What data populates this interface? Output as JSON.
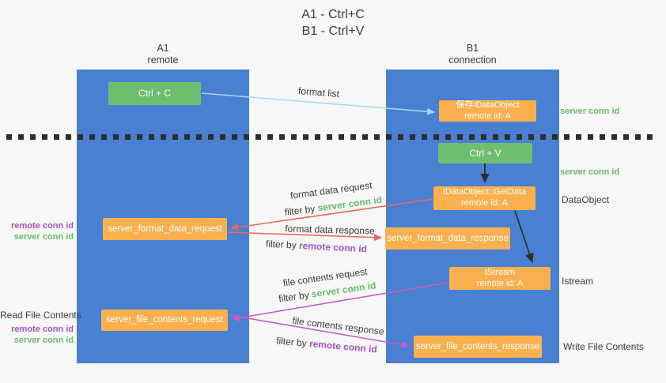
{
  "title": {
    "line1": "A1 - Ctrl+C",
    "line2": "B1 - Ctrl+V"
  },
  "columns": {
    "a1": {
      "name": "A1",
      "subtitle": "remote"
    },
    "b1": {
      "name": "B1",
      "subtitle": "connection"
    }
  },
  "nodes": {
    "ctrl_c": {
      "label": "Ctrl + C"
    },
    "save_idataobject": {
      "line1": "保存IDataObject",
      "line2": "remote id: A"
    },
    "ctrl_v": {
      "label": "Ctrl + V"
    },
    "idataobject_getdata": {
      "line1": "IDataObject::GetData",
      "line2": "remote id: A"
    },
    "server_format_data_request": {
      "label": "server_format_data_request"
    },
    "server_format_data_response": {
      "label": "server_format_data_response"
    },
    "istream": {
      "line1": "IStream",
      "line2": "remote id: A"
    },
    "server_file_contents_request": {
      "label": "server_file_contents_request"
    },
    "server_file_contents_response": {
      "label": "server_file_contents_response"
    }
  },
  "side_labels": {
    "right_top_server_conn_id": "server conn id",
    "right_mid_server_conn_id": "server conn id",
    "data_object": "DataObject",
    "istream": "Istream",
    "write_file_contents": "Write File Contents",
    "left_remote_conn_id_1": "remote conn id",
    "left_server_conn_id_1": "server conn id",
    "read_file_contents": "Read File Contents",
    "left_remote_conn_id_2": "remote conn id",
    "left_server_conn_id_2": "server conn id"
  },
  "arrow_labels": {
    "format_list": "format list",
    "format_data_request": "format data request",
    "format_data_response": "format data response",
    "file_contents_request": "file contents request",
    "file_contents_response": "file contents response",
    "filter_by": "filter by ",
    "server_conn_id": "server conn id",
    "remote_conn_id": "remote conn id"
  },
  "edges": [
    {
      "from": "ctrl_c",
      "to": "save_idataobject",
      "label": "format list",
      "color": "light_blue"
    },
    {
      "from": "ctrl_v",
      "to": "idataobject_getdata",
      "label": "",
      "color": "black"
    },
    {
      "from": "idataobject_getdata",
      "to": "server_format_data_request",
      "label": "format data request / filter by server conn id",
      "color": "red"
    },
    {
      "from": "server_format_data_request",
      "to": "server_format_data_response",
      "label": "format data response / filter by remote conn id",
      "color": "red"
    },
    {
      "from": "idataobject_getdata",
      "to": "istream",
      "label": "",
      "color": "black"
    },
    {
      "from": "istream",
      "to": "server_file_contents_request",
      "label": "file contents request / filter by server conn id",
      "color": "magenta"
    },
    {
      "from": "server_file_contents_request",
      "to": "server_file_contents_response",
      "label": "file contents response / filter by remote conn id",
      "color": "magenta"
    }
  ],
  "colors": {
    "background": "#f7f7f7",
    "lifeline_blue": "#4a80d2",
    "box_orange": "#fbb04f",
    "box_green": "#6fbd6e",
    "arrow_light_blue": "#a9d7f5",
    "arrow_red": "#ec685d",
    "arrow_magenta": "#c45ec2",
    "arrow_black": "#2e2e2e",
    "text_green": "#68bd68",
    "text_purple": "#a651c9",
    "text_dark": "#3b3b3b"
  }
}
